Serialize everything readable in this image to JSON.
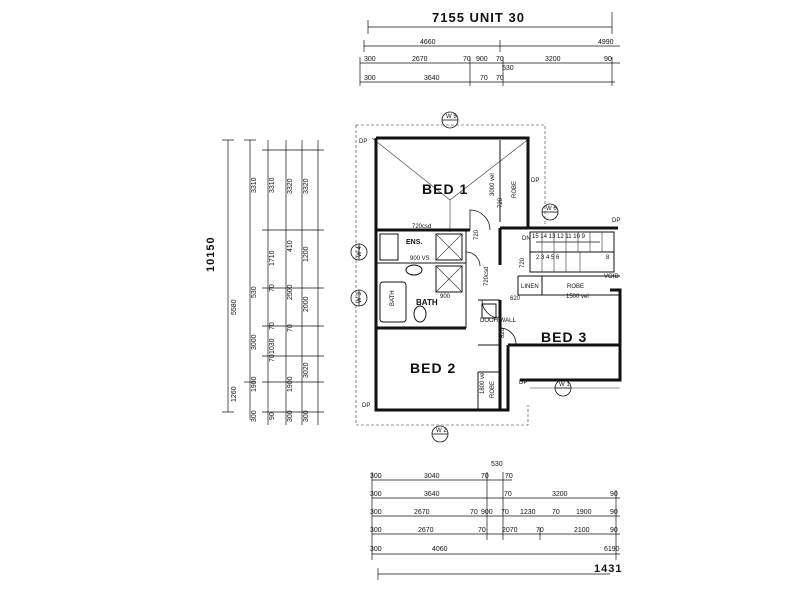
{
  "title": "7155 UNIT 30",
  "rooms": {
    "bed1": "BED 1",
    "bed2": "BED 2",
    "bed3": "BED 3",
    "ens": "ENS.",
    "bath": "BATH",
    "linen": "LINEN",
    "robe": "ROBE",
    "robe_v1": "ROBE",
    "robe_v2": "ROBE",
    "void": "VOID",
    "dooh_wall": "DOOH WALL",
    "bath_fixture": "BATH"
  },
  "notes": {
    "n720csd": "720csd",
    "n3000vel": "3000 vel",
    "n1500vel": "1500 vel",
    "n1800vel": "1800 vel",
    "n620": "620",
    "n720_stair": "720",
    "n720_door": "720",
    "n720_bed2": "720",
    "n820": "820",
    "n900vs": "900 VS",
    "n900_bath": "900",
    "n720csd_bath": "720csd",
    "dp1": "DP",
    "dp2": "DP",
    "dp3": "DP",
    "dp4": "DP",
    "dp5": "DP",
    "dn": "DN",
    "stairs_top": "15 14 13 12 11 10 9",
    "stairs_bot": "2 3 4 5 6",
    "stair_end": "8"
  },
  "markers": {
    "w5": "W 5",
    "w4": "W 4",
    "w3": "W 3",
    "w6": "W 6",
    "w1": "W 1",
    "w2": "W 2"
  },
  "top_dims": {
    "row1": [
      "4660",
      "4990"
    ],
    "row2": [
      "300",
      "2670",
      "70",
      "900",
      "70",
      "3200",
      "90"
    ],
    "row3": [
      "530"
    ],
    "row4": [
      "300",
      "3640",
      "70",
      "70"
    ]
  },
  "bottom_dims": {
    "row0": [
      "530"
    ],
    "row1": [
      "300",
      "3040",
      "70",
      "70"
    ],
    "row2": [
      "300",
      "3640",
      "70",
      "3200",
      "90"
    ],
    "row3": [
      "300",
      "2670",
      "70",
      "900",
      "70",
      "1230",
      "70",
      "1900",
      "90"
    ],
    "row4": [
      "300",
      "2670",
      "70",
      "2070",
      "70",
      "2100",
      "90"
    ],
    "row5": [
      "300",
      "4060",
      "6190"
    ],
    "row6": [
      "1431"
    ]
  },
  "left_dims": {
    "overall": "10150",
    "c1": [
      "5580",
      "1260"
    ],
    "c2": [
      "3310",
      "530",
      "3000",
      "1900",
      "300"
    ],
    "c3": [
      "3310",
      "1710",
      "70",
      "70",
      "1030",
      "70",
      "90"
    ],
    "c4": [
      "3320",
      "410",
      "2500",
      "70",
      "1900",
      "300"
    ],
    "c5": [
      "3320",
      "1200",
      "2000",
      "3020",
      "300"
    ]
  }
}
